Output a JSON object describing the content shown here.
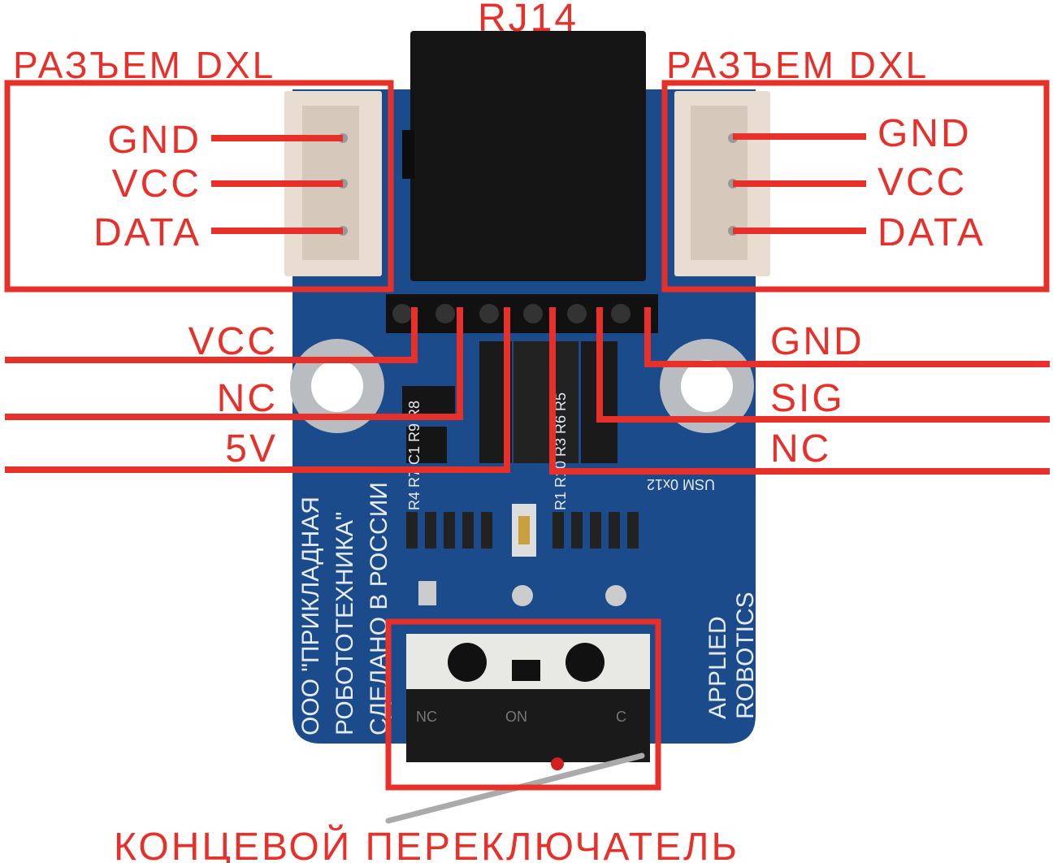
{
  "title": "RJ14",
  "dxl_left": {
    "title": "РАЗЪЕМ DXL",
    "pins": [
      "GND",
      "VCC",
      "DATA"
    ]
  },
  "dxl_right": {
    "title": "РАЗЪЕМ DXL",
    "pins": [
      "GND",
      "VCC",
      "DATA"
    ]
  },
  "header_left": [
    "VCC",
    "NC",
    "5V"
  ],
  "header_right": [
    "GND",
    "SIG",
    "NC"
  ],
  "switch_label": "КОНЦЕВОЙ ПЕРЕКЛЮЧАТЕЛЬ",
  "board": {
    "maker_lines": [
      "ООО \"ПРИКЛАДНАЯ",
      "РОБОТОТЕХНИКА\"",
      "СДЕЛАНО В РОССИИ"
    ],
    "brand_lines": [
      "APPLIED",
      "ROBOTICS"
    ],
    "id_text": "USM 0x12",
    "resistors_left": "R4 R7 C1 R9 R8",
    "resistors_right": "R1 R10 R3 R6 R5",
    "switch_marks": [
      "NC",
      "ON",
      "C"
    ]
  },
  "colors": {
    "accent": "#e8302b",
    "board": "#1c4b8c",
    "connector": "#e9ddd2"
  }
}
